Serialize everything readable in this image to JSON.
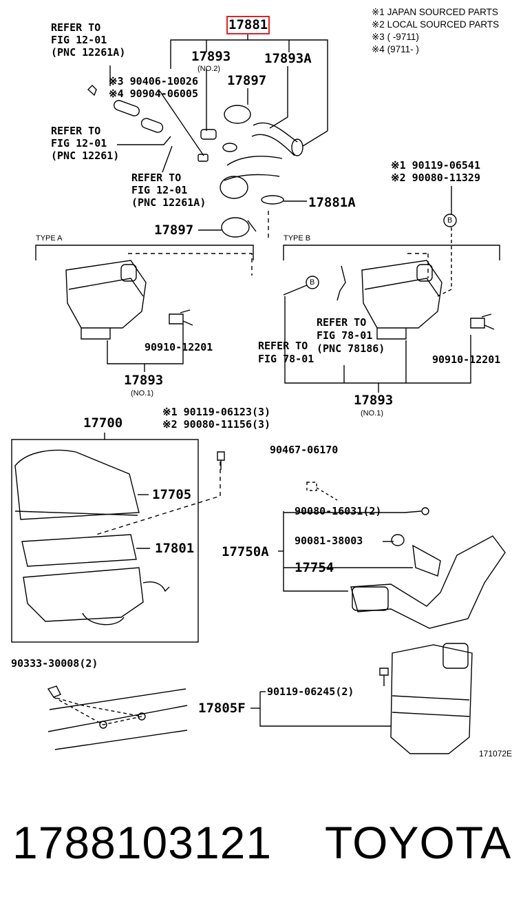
{
  "legend": [
    "※1 JAPAN SOURCED PARTS",
    "※2 LOCAL SOURCED PARTS",
    "※3 (       -9711)",
    "※4 (9711-       )"
  ],
  "refer_labels": [
    [
      "REFER TO",
      "FIG 12-01",
      "(PNC 12261A)"
    ],
    [
      "REFER TO",
      "FIG 12-01",
      "(PNC 12261)"
    ],
    [
      "REFER TO",
      "FIG 12-01",
      "(PNC 12261A)"
    ],
    [
      "REFER TO",
      "FIG 78-01",
      "(PNC 78186)"
    ],
    [
      "REFER TO",
      "FIG 78-01"
    ]
  ],
  "callouts": {
    "highlighted": "17881",
    "p17893_top": "17893",
    "p17893_top_note": "(NO.2)",
    "p17893A": "17893A",
    "p17897_top": "17897",
    "p90406": "※3 90406-10026",
    "p90904": "※4 90904-06005",
    "p90119_06541": "※1 90119-06541",
    "p90080_11329": "※2 90080-11329",
    "p17881A": "17881A",
    "p17897_bottom": "17897",
    "type_a": "TYPE A",
    "type_b": "TYPE B",
    "marker_b": "B",
    "p90910_a": "90910-12201",
    "p90910_b": "90910-12201",
    "p17893_a": "17893",
    "p17893_a_note": "(NO.1)",
    "p17893_b": "17893",
    "p17893_b_note": "(NO.1)",
    "p17700": "17700",
    "p90119_06123": "※1 90119-06123(3)",
    "p90080_11156": "※2 90080-11156(3)",
    "p17705": "17705",
    "p17801": "17801",
    "p90467": "90467-06170",
    "p90080_16031": "90080-16031(2)",
    "p90081_38003": "90081-38003",
    "p17750A": "17750A",
    "p17754": "17754",
    "p90333": "90333-30008(2)",
    "p90119_06245": "90119-06245(2)",
    "p17805F": "17805F",
    "figure_code": "171072E"
  },
  "footer": {
    "part_number": "1788103121",
    "brand": "TOYOTA"
  },
  "colors": {
    "highlight": "#e0202a",
    "ink": "#000000"
  }
}
